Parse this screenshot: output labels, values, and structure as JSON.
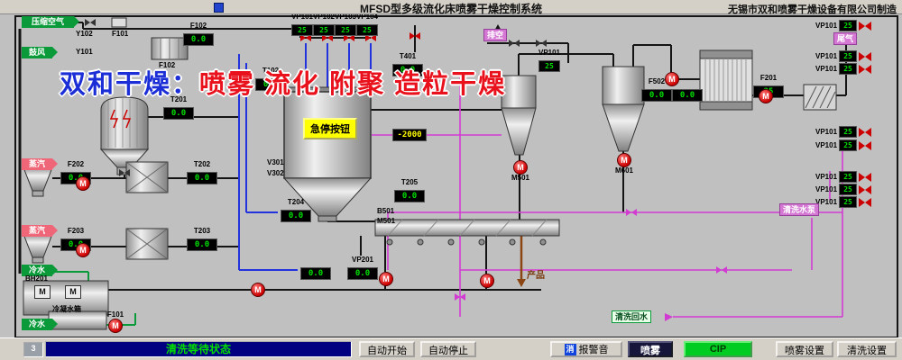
{
  "title_bar": {
    "title": "MFSD型多级流化床喷雾干燥控制系统",
    "company": "无锡市双和喷雾干燥设备有限公司制造"
  },
  "watermark": {
    "blue": "双和干燥：",
    "red": "喷雾 流化 附聚 造粒干燥"
  },
  "emergency_stop": "急停按钮",
  "icons": {
    "motor_m": "M"
  },
  "arrows": [
    {
      "label": "压缩空气"
    },
    {
      "label": "鼓风"
    },
    {
      "label": "蒸汽"
    },
    {
      "label": "蒸汽"
    },
    {
      "label": "冷水"
    },
    {
      "label": "冷水"
    }
  ],
  "tags": {
    "y102": "Y102",
    "y101": "Y101",
    "f101": "F101",
    "f102": "F102",
    "v301": "V301",
    "v302": "V302",
    "b501": "B501",
    "m501": "M501",
    "paikong": "排空",
    "weiqi": "尾气",
    "chanpin": "产品",
    "bh201": "BH201",
    "lengning": "冷凝水箱",
    "qingxibeng": "清洗水泵",
    "qingxihuishui": "清洗回水"
  },
  "displays": [
    {
      "tag": "F102",
      "value": "0.0"
    },
    {
      "tag": "VP101",
      "value": "25"
    },
    {
      "tag": "VP102",
      "value": "25"
    },
    {
      "tag": "VP103",
      "value": "25"
    },
    {
      "tag": "VP104",
      "value": "25"
    },
    {
      "tag": "T401",
      "value": "0.0"
    },
    {
      "tag": "T102",
      "value": "0.0"
    },
    {
      "tag": "T201",
      "value": "0.0"
    },
    {
      "tag": "",
      "value": "-2000"
    },
    {
      "tag": "F202",
      "value": "0.0"
    },
    {
      "tag": "T202",
      "value": "0.0"
    },
    {
      "tag": "F203",
      "value": "0.0"
    },
    {
      "tag": "T203",
      "value": "0.0"
    },
    {
      "tag": "T204",
      "value": "0.0"
    },
    {
      "tag": "T205",
      "value": "0.0"
    },
    {
      "tag": "VP201",
      "value": "0.0"
    },
    {
      "tag": "",
      "value": "0.0"
    },
    {
      "tag": "F502",
      "value": "0.0"
    },
    {
      "tag": "",
      "value": "0.0"
    },
    {
      "tag": "F201",
      "value": "25"
    },
    {
      "tag": "VP101",
      "value": "25"
    }
  ],
  "right_valves": [
    {
      "tag": "VP101",
      "value": "25"
    },
    {
      "tag": "VP101",
      "value": "25"
    },
    {
      "tag": "VP101",
      "value": "25"
    },
    {
      "tag": "VP101",
      "value": "25"
    },
    {
      "tag": "VP101",
      "value": "25"
    },
    {
      "tag": "VP101",
      "value": "25"
    },
    {
      "tag": "VP101",
      "value": "25"
    },
    {
      "tag": "VP101",
      "value": "25"
    }
  ],
  "pumps": [
    {
      "label": ""
    },
    {
      "label": ""
    },
    {
      "label": ""
    },
    {
      "label": ""
    },
    {
      "label": ""
    },
    {
      "label": "M501"
    },
    {
      "label": "M601"
    },
    {
      "label": ""
    },
    {
      "label": ""
    },
    {
      "label": "F101"
    }
  ],
  "toolbar": {
    "indicator": "3",
    "status": "清洗等待状态",
    "auto_start": "自动开始",
    "auto_stop": "自动停止",
    "mute_icon": "消",
    "mute_label": "报警音",
    "spray": "喷雾",
    "cip": "CIP",
    "spray_settings": "喷雾设置",
    "clean_settings": "清洗设置"
  }
}
